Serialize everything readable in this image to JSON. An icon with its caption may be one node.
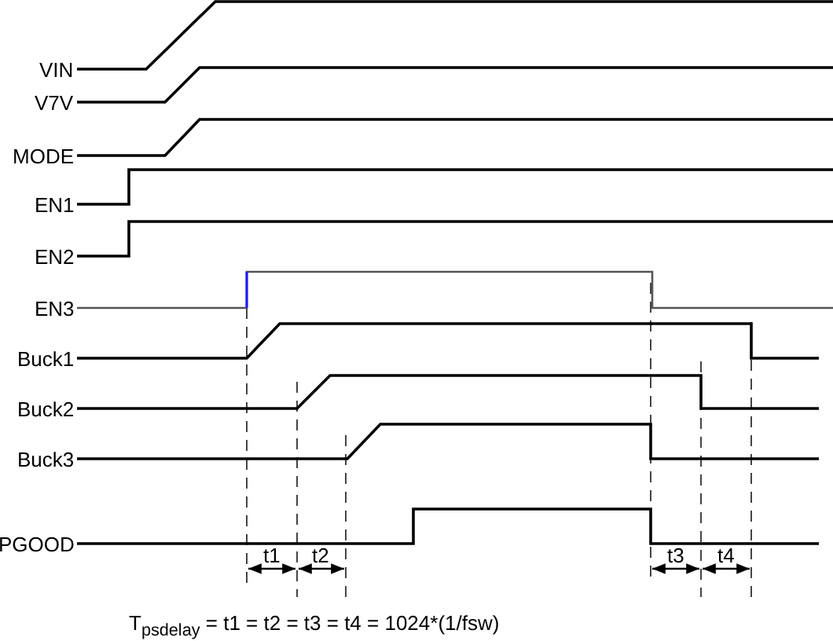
{
  "diagram": {
    "labels": [
      "VIN",
      "V7V",
      "MODE",
      "EN1",
      "EN2",
      "EN3",
      "Buck1",
      "Buck2",
      "Buck3",
      "PGOOD",
      "t1",
      "t2",
      "t3",
      "t4",
      "T$_{psdelay}$ = t1 = t2 = t3 = t4 = 1024*(1/fsw)"
    ]
  }
}
